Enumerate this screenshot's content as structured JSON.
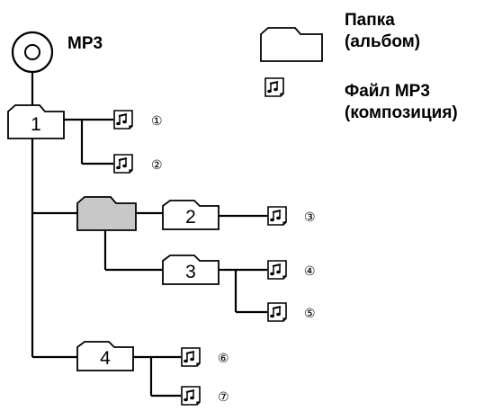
{
  "disc": {
    "label": "MP3",
    "icon": "disc-icon"
  },
  "legend": {
    "folder_label_line1": "Папка",
    "folder_label_line2": "(альбом)",
    "file_label_line1": "Файл MP3",
    "file_label_line2": "(композиция)"
  },
  "folders": [
    {
      "label": "1",
      "highlighted": false
    },
    {
      "label": "",
      "highlighted": true
    },
    {
      "label": "2",
      "highlighted": false
    },
    {
      "label": "3",
      "highlighted": false
    },
    {
      "label": "4",
      "highlighted": false
    }
  ],
  "files": [
    {
      "number": "①"
    },
    {
      "number": "②"
    },
    {
      "number": "③"
    },
    {
      "number": "④"
    },
    {
      "number": "⑤"
    },
    {
      "number": "⑥"
    },
    {
      "number": "⑦"
    }
  ],
  "colors": {
    "line": "#000000",
    "highlighted_folder": "#c8c8c8",
    "background": "#ffffff"
  }
}
